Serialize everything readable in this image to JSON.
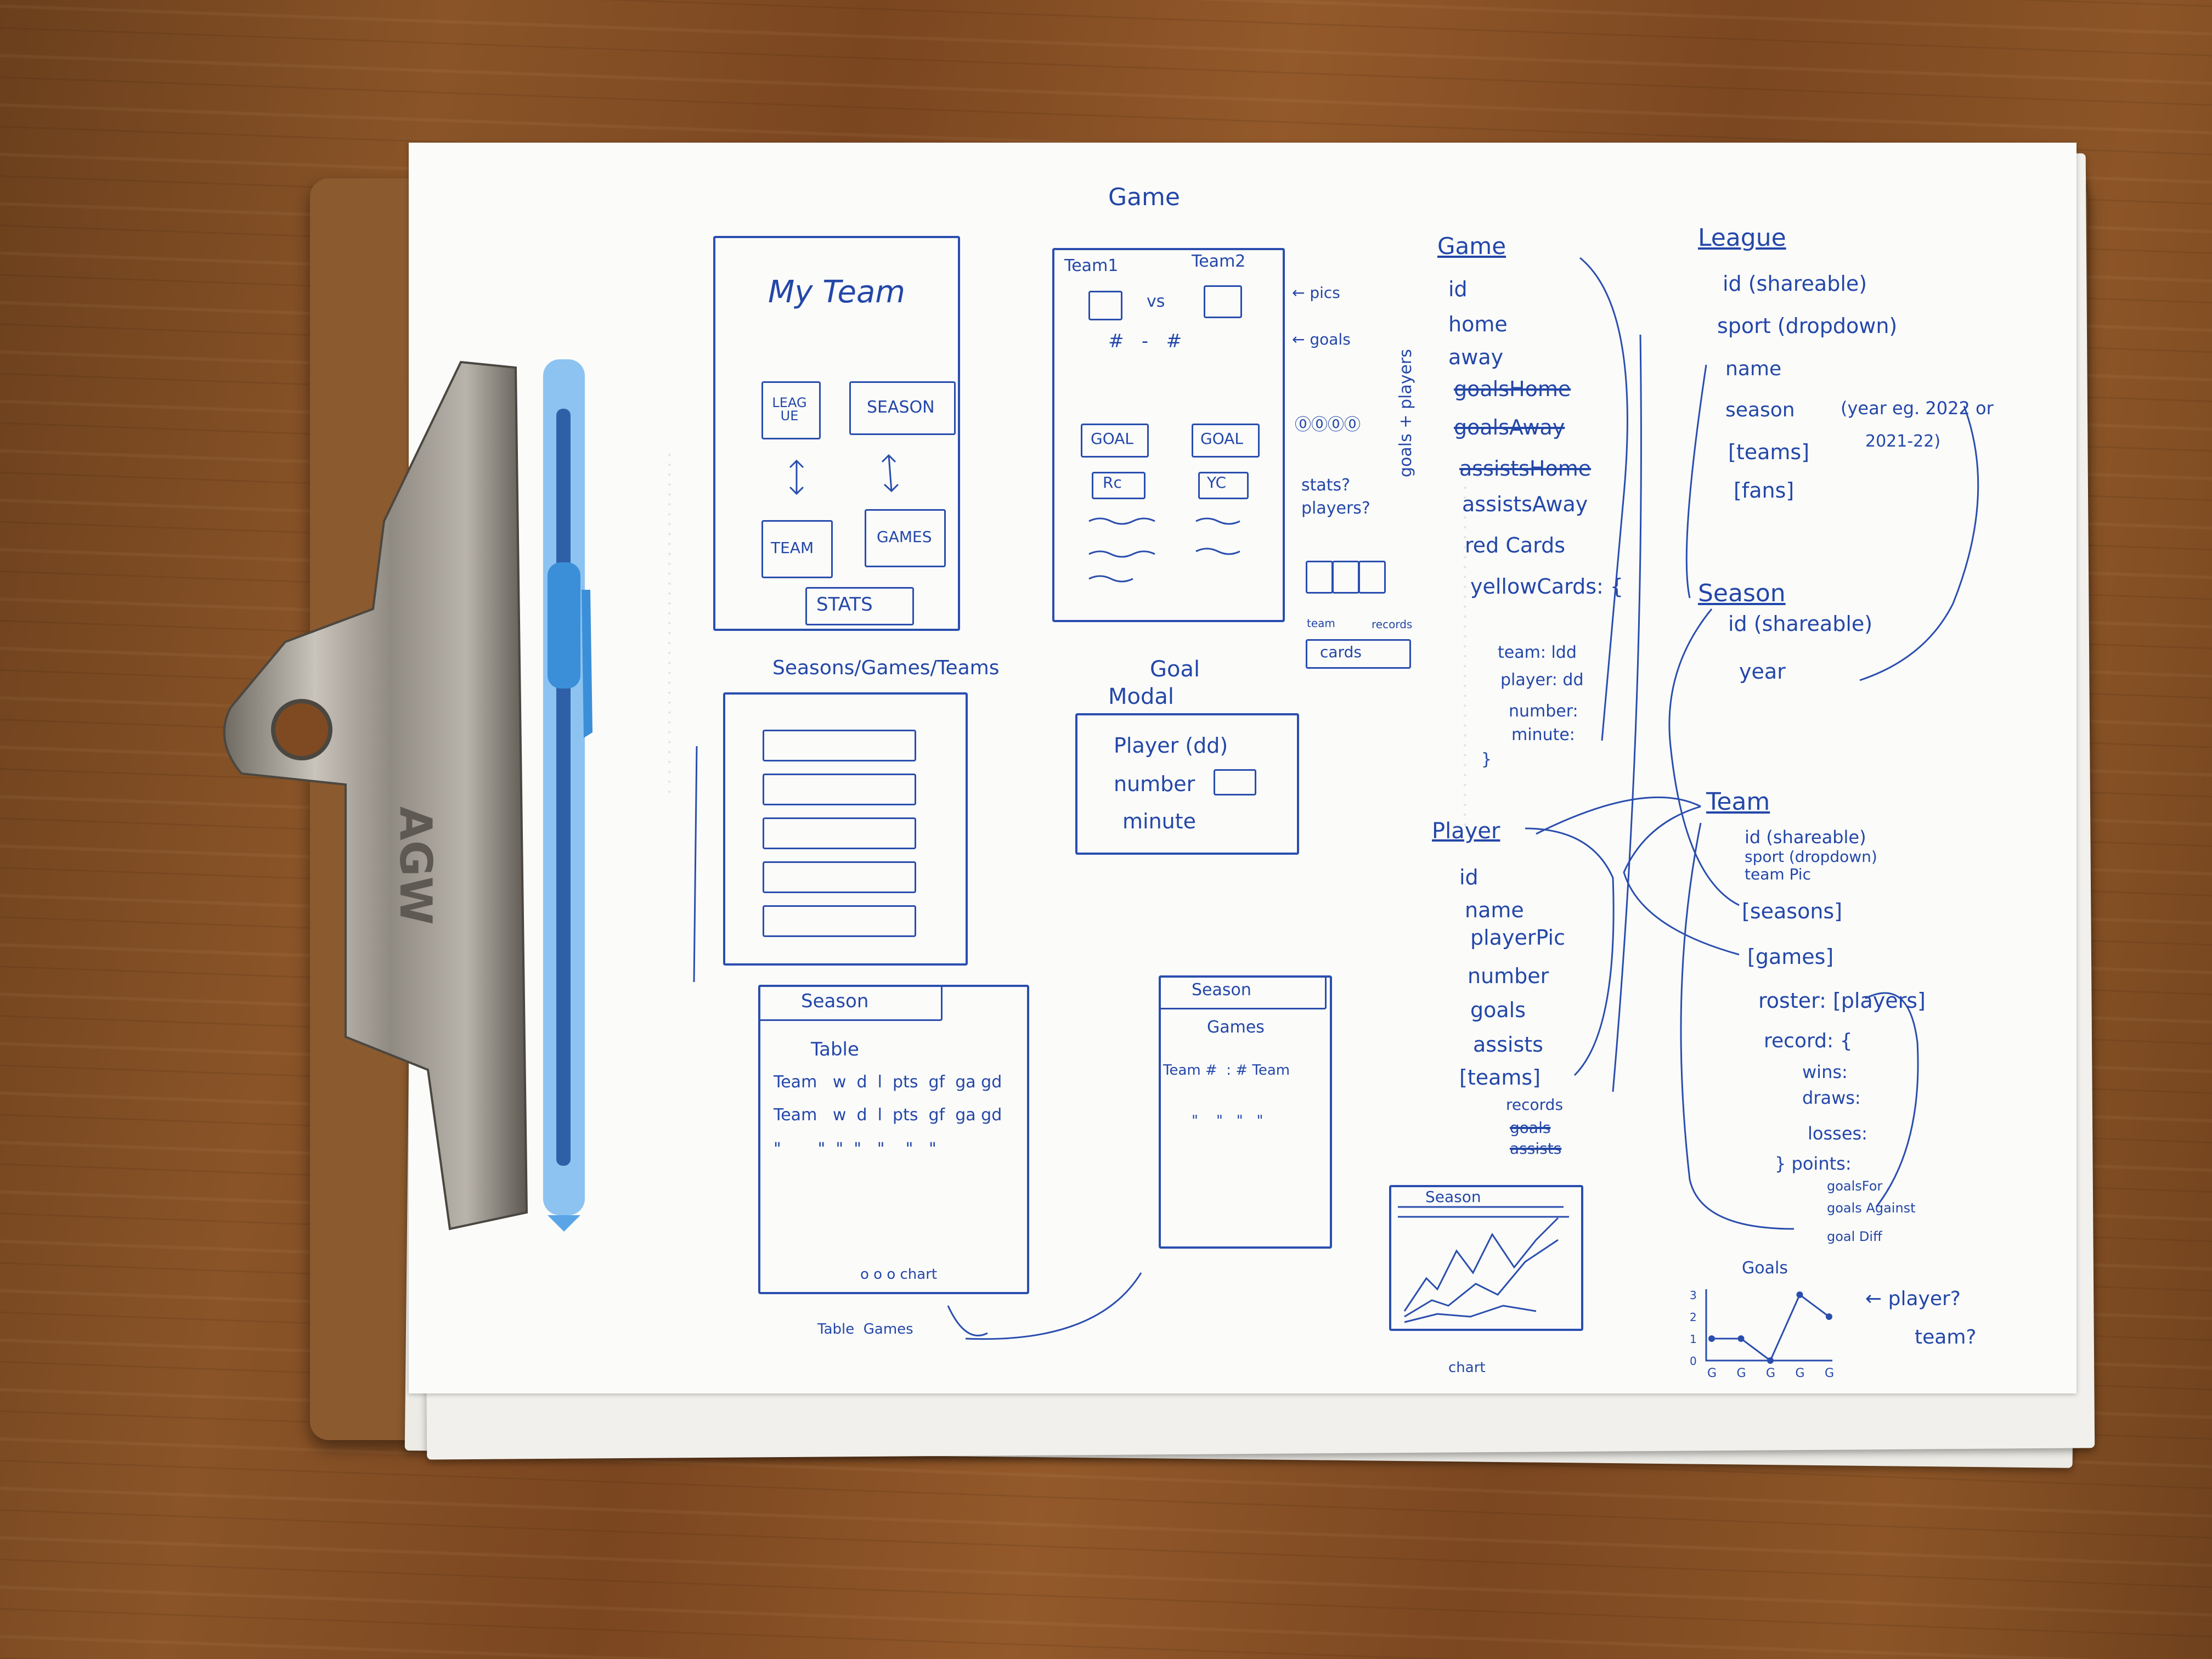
{
  "colors": {
    "ink": "#2347a8",
    "paper": "#fbfbfa",
    "wood": "#7f4a22",
    "clip_metal": "#a7a29a",
    "pen": "#5aa5e6"
  },
  "clip_brand": "AGW",
  "title": "Game",
  "wireframes": {
    "my_team": {
      "title": "My Team",
      "btn_league": "LEAG UE",
      "btn_season": "SEASON",
      "btn_team": "TEAM",
      "btn_games": "GAMES",
      "btn_stats": "STATS"
    },
    "game_screen": {
      "team1": "Team1",
      "team2": "Team2",
      "vs": "vs",
      "score": "#   -   #",
      "goal_left": "GOAL",
      "goal_right": "GOAL",
      "rc": "Rc",
      "yc": "YC",
      "note_pics": "← pics",
      "note_goals": "← goals",
      "note_stats": "stats?",
      "note_players": "players?",
      "note_team": "team",
      "note_records": "records",
      "note_cards": "cards"
    },
    "nav_label": "Seasons/Games/Teams",
    "goal_modal": {
      "title_1": "Goal",
      "title_2": "Modal",
      "player": "Player (dd)",
      "number": "number",
      "minute": "minute"
    },
    "season_table": {
      "tab": "Season",
      "title": "Table",
      "rows": [
        "Team   w  d  l  pts  gf  ga gd",
        "Team   w  d  l  pts  gf  ga gd",
        "\"       \"  \"  \"   \"    \"   \""
      ],
      "chart_label": "o o o chart",
      "footer": "Table  Games"
    },
    "season_games": {
      "tab": "Season",
      "title": "Games",
      "row": "Team #  : # Team",
      "ditto": "\"    \"   \"   \""
    },
    "season_chart": {
      "title": "Season",
      "xlabel": "chart"
    }
  },
  "models": {
    "game": {
      "title": "Game",
      "fields": [
        "id",
        "home",
        "away"
      ],
      "struck": [
        "goalsHome",
        "goalsAway",
        "assistsHome"
      ],
      "rest": [
        "assistsAway",
        "red Cards",
        "yellowCards: {"
      ],
      "cards_sub": [
        "team: ldd",
        "player: dd",
        "number:",
        "minute:",
        "}"
      ],
      "side_note": "goals + players"
    },
    "player": {
      "title": "Player",
      "fields": [
        "id",
        "name",
        "playerPic",
        "number",
        "goals",
        "assists",
        "[teams]"
      ],
      "sub": [
        "records"
      ],
      "sub_struck": [
        "goals",
        "assists"
      ]
    },
    "league": {
      "title": "League",
      "fields": [
        "id (shareable)",
        "sport (dropdown)",
        "name",
        "season",
        "[teams]",
        "[fans]"
      ],
      "season_note_1": "(year eg. 2022 or",
      "season_note_2": "2021-22)"
    },
    "season": {
      "title": "Season",
      "fields": [
        "id (shareable)",
        "year"
      ]
    },
    "team": {
      "title": "Team",
      "fields": [
        "id (shareable)",
        "sport (dropdown)",
        "team Pic",
        "[seasons]",
        "[games]",
        "roster: [players]",
        "record: {"
      ],
      "record": [
        "wins:",
        "draws:",
        "losses:",
        "} points:",
        "goalsFor",
        "goals Against",
        "goal Diff"
      ]
    }
  },
  "chart_data": {
    "type": "line",
    "title": "Goals",
    "categories": [
      "G",
      "G",
      "G",
      "G",
      "G"
    ],
    "series": [
      {
        "values": [
          1,
          1,
          0,
          3,
          2
        ]
      }
    ],
    "yticks": [
      "3",
      "2",
      "1",
      "0"
    ],
    "ylim": [
      0,
      3
    ],
    "annotation_1": "← player?",
    "annotation_2": "team?"
  }
}
